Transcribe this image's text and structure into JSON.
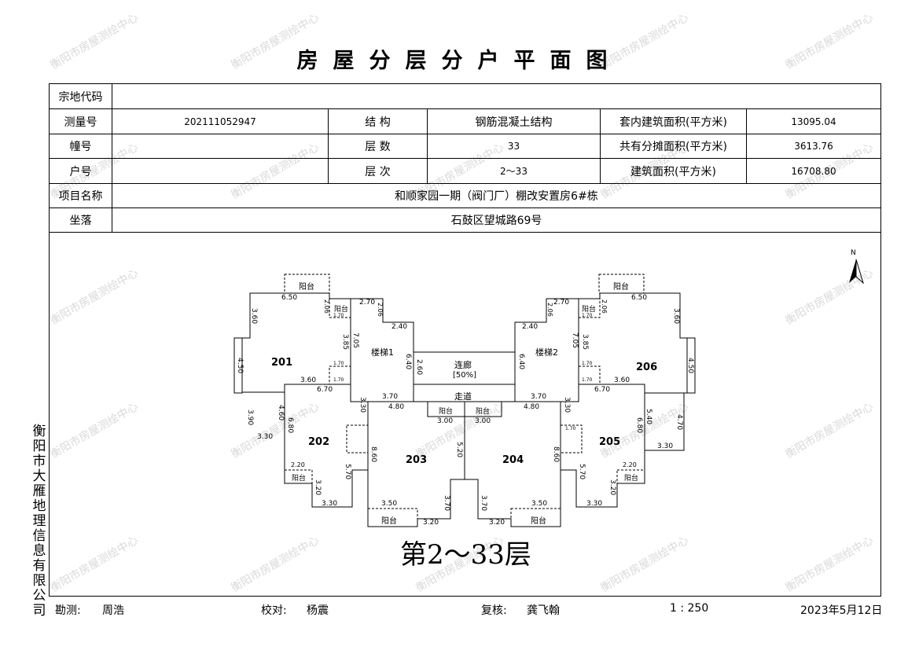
{
  "title": "房屋分层分户平面图",
  "watermark": "衡阳市房屋测绘中心",
  "side_label": "衡阳市大雁地理信息有限公司",
  "table": {
    "parcel_code_label": "宗地代码",
    "parcel_code_value": "",
    "survey_no_label": "测量号",
    "survey_no_value": "202111052947",
    "structure_label": "结 构",
    "structure_value": "钢筋混凝土结构",
    "inner_area_label": "套内建筑面积(平方米)",
    "inner_area_value": "13095.04",
    "building_no_label": "幢号",
    "building_no_value": "",
    "floors_label": "层 数",
    "floors_value": "33",
    "shared_area_label": "共有分摊面积(平方米)",
    "shared_area_value": "3613.76",
    "unit_no_label": "户号",
    "unit_no_value": "",
    "floor_range_label": "层 次",
    "floor_range_value": "2～33",
    "build_area_label": "建筑面积(平方米)",
    "build_area_value": "16708.80",
    "project_label": "项目名称",
    "project_value": "和顺家园一期（阀门厂）棚改安置房6#栋",
    "location_label": "坐落",
    "location_value": "石鼓区望城路69号"
  },
  "plan": {
    "floor_caption": "第2～33层",
    "north": "N",
    "units": [
      "201",
      "202",
      "203",
      "204",
      "205",
      "206"
    ],
    "stair1": "楼梯1",
    "stair2": "楼梯2",
    "corridor": "连廊",
    "corridor_ratio": "[50%]",
    "walkway": "走道",
    "balcony": "阳台",
    "dims": {
      "d650": "6.50",
      "d360": "3.60",
      "d450": "4.50",
      "d390": "3.90",
      "d330": "3.30",
      "d270": "2.70",
      "d206": "2.06",
      "d240": "2.40",
      "d170": "1.70",
      "d385": "3.85",
      "d705": "7.05",
      "d640": "6.40",
      "d260": "2.60",
      "d670": "6.70",
      "d460": "4.60",
      "d680": "6.80",
      "d220": "2.20",
      "d320": "3.20",
      "d570": "5.70",
      "d370": "3.70",
      "d480": "4.80",
      "d300": "3.00",
      "d860": "8.60",
      "d520": "5.20",
      "d350": "3.50",
      "d540": "5.40",
      "d470": "4.70"
    }
  },
  "footer": {
    "survey_label": "勘测:",
    "survey_name": "周浩",
    "check_label": "校对:",
    "check_name": "杨震",
    "review_label": "复核:",
    "review_name": "龚飞翰",
    "scale": "1 : 250",
    "date": "2023年5月12日"
  }
}
